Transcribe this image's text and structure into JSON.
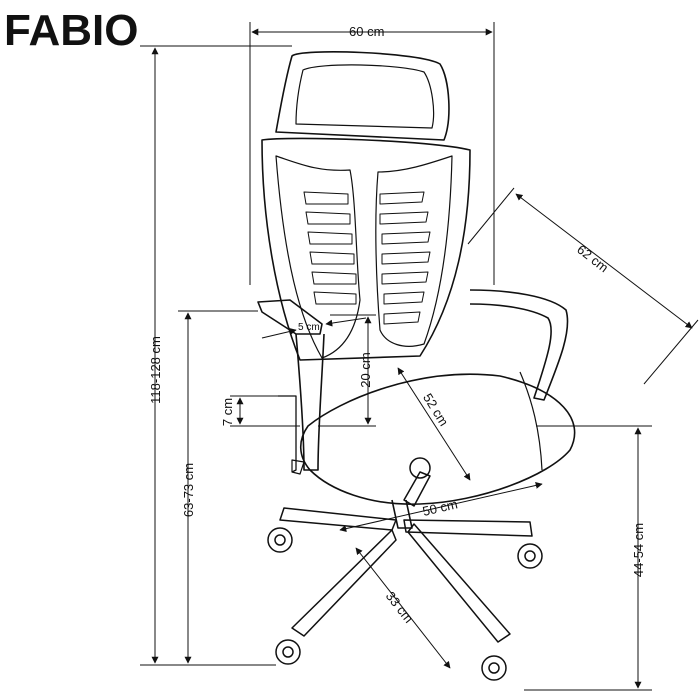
{
  "product": {
    "name": "FABIO"
  },
  "dimensions": {
    "width": "60 cm",
    "depth": "62 cm",
    "total_height": "118-128 cm",
    "armrest_height": "63-73 cm",
    "seat_height": "44-54 cm",
    "armrest_width": "5 cm",
    "armrest_to_seat": "20 cm",
    "seat_depth": "52 cm",
    "seat_width": "50 cm",
    "armrest_adjust": "7 cm",
    "base_radius": "33 cm"
  },
  "colors": {
    "ink": "#111111",
    "background": "#ffffff"
  }
}
